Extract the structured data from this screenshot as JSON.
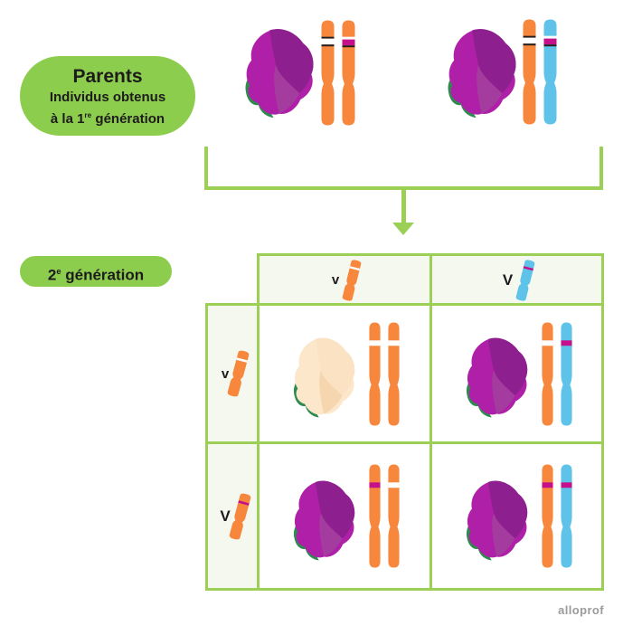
{
  "colors": {
    "bubble_green": "#8ccd4e",
    "line_green": "#9bcf55",
    "header_fill": "#f4f8ee",
    "orange": "#f6873c",
    "blue": "#5fc3e9",
    "magenta": "#c50f8b",
    "band_dark": "#231f20",
    "purple_bright": "#af1fa7",
    "purple_dark": "#8e1f8e",
    "purple_mid": "#a43c9f",
    "cream_base": "#fce7cb",
    "cream_shade1": "#fbe2c2",
    "cream_shade2": "#f6d6ae",
    "stem_green": "#2e8b4f",
    "text_dark": "#1e1b1c",
    "watermark_gray": "#9b9b9b"
  },
  "parents_bubble": {
    "title": "Parents",
    "line1": "Individus obtenus",
    "line2_pre": "à la 1",
    "line2_sup": "re",
    "line2_post": " génération"
  },
  "generation_label": {
    "pre": "2",
    "sup": "e",
    "post": " génération"
  },
  "parents": [
    {
      "flower": "purple",
      "chromosomes": [
        {
          "color": "orange",
          "band": "white-outlined"
        },
        {
          "color": "orange",
          "band": "magenta-outlined"
        }
      ]
    },
    {
      "flower": "purple",
      "chromosomes": [
        {
          "color": "orange",
          "band": "white-outlined"
        },
        {
          "color": "blue",
          "band": "magenta-outlined"
        }
      ]
    }
  ],
  "punnett": {
    "col_headers": [
      {
        "allele": "v",
        "chromosome": {
          "color": "orange",
          "band": "white"
        }
      },
      {
        "allele": "V",
        "chromosome": {
          "color": "blue",
          "band": "magenta"
        }
      }
    ],
    "row_headers": [
      {
        "allele": "v",
        "chromosome": {
          "color": "orange",
          "band": "white"
        }
      },
      {
        "allele": "V",
        "chromosome": {
          "color": "orange",
          "band": "magenta"
        }
      }
    ],
    "cells": [
      {
        "flower": "cream",
        "chromosomes": [
          {
            "color": "orange",
            "band": "white"
          },
          {
            "color": "orange",
            "band": "white"
          }
        ]
      },
      {
        "flower": "purple",
        "chromosomes": [
          {
            "color": "orange",
            "band": "white"
          },
          {
            "color": "blue",
            "band": "magenta"
          }
        ]
      },
      {
        "flower": "purple",
        "chromosomes": [
          {
            "color": "orange",
            "band": "magenta"
          },
          {
            "color": "orange",
            "band": "white"
          }
        ]
      },
      {
        "flower": "purple",
        "chromosomes": [
          {
            "color": "orange",
            "band": "magenta"
          },
          {
            "color": "blue",
            "band": "magenta"
          }
        ]
      }
    ]
  },
  "watermark": "alloprof"
}
